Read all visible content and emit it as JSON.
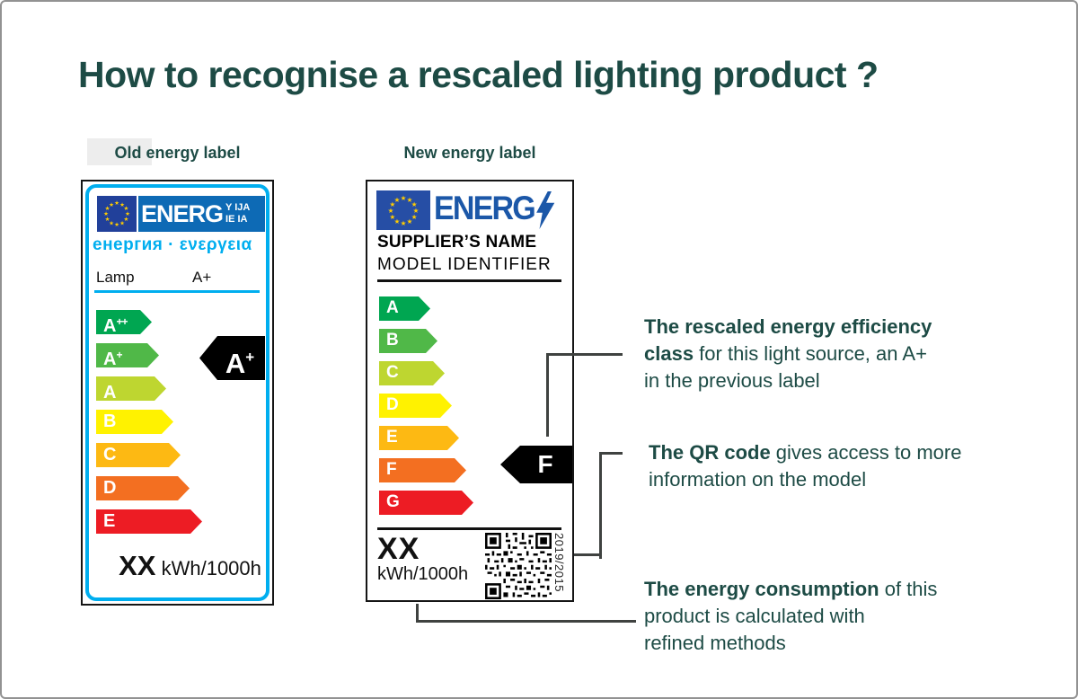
{
  "page": {
    "title": "How to recognise a rescaled lighting product ?"
  },
  "headings": {
    "old": "Old energy label",
    "new": "New energy label"
  },
  "old_label": {
    "brand": "ENERG",
    "brand_suffix_top": "Y IJA",
    "brand_suffix_bottom": "IE IA",
    "multilingual": "енергия · ενεργεια",
    "product_type": "Lamp",
    "declared_class": "A+",
    "scale": [
      {
        "label": "A",
        "sup": "++",
        "color": "#00a651"
      },
      {
        "label": "A",
        "sup": "+",
        "color": "#50b848"
      },
      {
        "label": "A",
        "sup": "",
        "color": "#bed630"
      },
      {
        "label": "B",
        "sup": "",
        "color": "#fff200"
      },
      {
        "label": "C",
        "sup": "",
        "color": "#fdb913"
      },
      {
        "label": "D",
        "sup": "",
        "color": "#f36f21"
      },
      {
        "label": "E",
        "sup": "",
        "color": "#ed1c24"
      }
    ],
    "indicator": {
      "label": "A",
      "sup": "+"
    },
    "consumption_value": "XX",
    "consumption_unit": "kWh/1000h"
  },
  "new_label": {
    "brand": "ENERG",
    "supplier": "SUPPLIER’S NAME",
    "model": "MODEL IDENTIFIER",
    "scale": [
      {
        "label": "A",
        "color": "#00a651"
      },
      {
        "label": "B",
        "color": "#50b848"
      },
      {
        "label": "C",
        "color": "#bed630"
      },
      {
        "label": "D",
        "color": "#fff200"
      },
      {
        "label": "E",
        "color": "#fdb913"
      },
      {
        "label": "F",
        "color": "#f36f21"
      },
      {
        "label": "G",
        "color": "#ed1c24"
      }
    ],
    "indicator": "F",
    "consumption_value": "XX",
    "consumption_unit": "kWh/1000h",
    "regulation": "2019/2015"
  },
  "annotations": [
    {
      "lines": [
        {
          "bold": "The rescaled energy efficiency",
          "rest": ""
        },
        {
          "bold": "class",
          "rest": " for this light source, an A+"
        },
        {
          "bold": "",
          "rest": "in the previous label"
        }
      ]
    },
    {
      "lines": [
        {
          "bold": "The QR code",
          "rest": " gives access to more"
        },
        {
          "bold": "",
          "rest": "information on the model"
        }
      ]
    },
    {
      "lines": [
        {
          "bold": "The energy consumption",
          "rest": " of this"
        },
        {
          "bold": "",
          "rest": "product is calculated with"
        },
        {
          "bold": "",
          "rest": "refined methods"
        }
      ]
    }
  ],
  "colors": {
    "accent_teal": "#1d4b45",
    "label_cyan": "#00aeef",
    "flag_navy": "#21409a",
    "flag_blue_new": "#264ea5",
    "header_panel_blue": "#0d6ab5",
    "energ_blue_new": "#1b57a8",
    "callout_line": "#3f4240",
    "star_yellow": "#ffcc00"
  }
}
